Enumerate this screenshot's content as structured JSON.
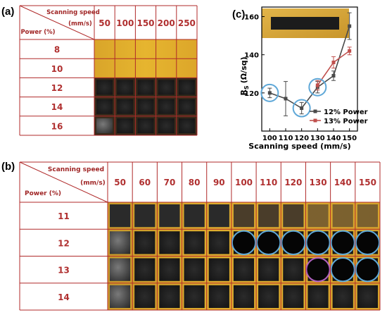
{
  "panel_a": {
    "label": "(a)",
    "header_speed": "Scanning speed",
    "header_units": "(mm/s)",
    "header_power": "Power (%)",
    "speeds": [
      "50",
      "100",
      "150",
      "200",
      "250"
    ],
    "powers": [
      "8",
      "10",
      "12",
      "14",
      "16"
    ]
  },
  "panel_b": {
    "label": "(b)",
    "header_speed": "Scanning speed",
    "header_units": "(mm/s)",
    "header_power": "Power (%)",
    "speeds": [
      "50",
      "60",
      "70",
      "80",
      "90",
      "100",
      "110",
      "120",
      "130",
      "140",
      "150"
    ],
    "powers": [
      "11",
      "12",
      "13",
      "14"
    ]
  },
  "panel_c": {
    "label": "(c)"
  },
  "chart_data": {
    "type": "line",
    "xlabel": "Scanning speed (mm/s)",
    "ylabel": "R",
    "ylabel_sub": "S",
    "ylabel_unit": "(Ω/sq)",
    "xlim": [
      95,
      155
    ],
    "ylim": [
      100,
      165
    ],
    "x_ticks": [
      "100",
      "110",
      "120",
      "130",
      "140",
      "150"
    ],
    "y_ticks": [
      "120",
      "140",
      "160"
    ],
    "series": [
      {
        "name": "12% Power",
        "color": "#4a4a4a",
        "x": [
          100,
          110,
          120,
          130,
          140,
          150
        ],
        "y": [
          120,
          117,
          112,
          123,
          129,
          155
        ],
        "err": [
          2.5,
          9,
          3,
          3,
          2.5,
          7
        ]
      },
      {
        "name": "13% Power",
        "color": "#c0504d",
        "x": [
          130,
          140,
          150
        ],
        "y": [
          124,
          136,
          142
        ],
        "err": [
          2.5,
          3,
          2
        ]
      }
    ],
    "circled_x": [
      100,
      120,
      130
    ]
  }
}
